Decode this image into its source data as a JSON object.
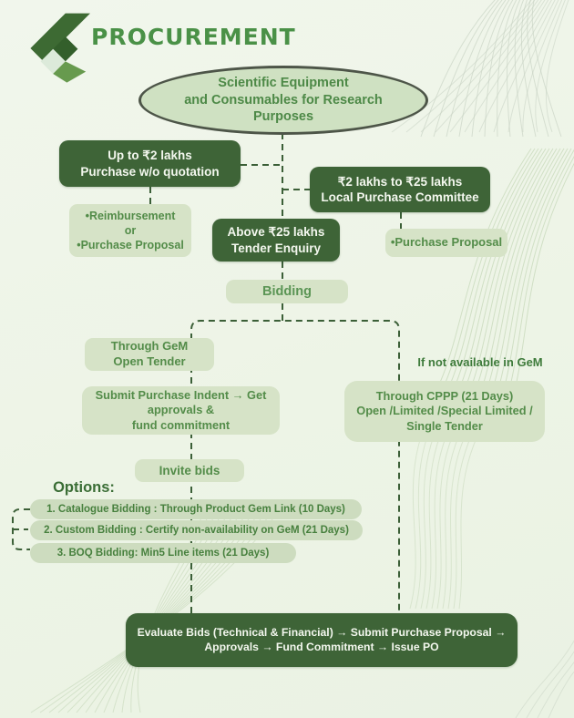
{
  "header": {
    "title": "PROCUREMENT",
    "logo": "flutter-style-green-logo"
  },
  "colors": {
    "dark_box": "#3e6437",
    "light_box": "#d6e3c7",
    "green_text": "#538c49",
    "accent_title": "#4a9147",
    "background": "#eef4e8",
    "connector": "#3b5f37"
  },
  "nodes": {
    "root": "Scientific Equipment\nand Consumables for Research\nPurposes",
    "upto2": "Up to ₹2 lakhs\nPurchase w/o quotation",
    "upto2_out": "•Reimbursement\nor\n•Purchase Proposal",
    "lpc": "₹2 lakhs to ₹25 lakhs\nLocal Purchase Committee",
    "lpc_out": "•Purchase Proposal",
    "above25": "Above ₹25 lakhs\nTender Enquiry",
    "bidding": "Bidding",
    "gem": "Through GeM\nOpen Tender",
    "submit_indent": "Submit Purchase Indent → Get\napprovals &\nfund commitment",
    "not_in_gem": "If not available in GeM",
    "cppp": "Through CPPP (21 Days)\nOpen /Limited /Special Limited /\nSingle Tender",
    "invite": "Invite bids",
    "options_label": "Options:",
    "options": [
      "1. Catalogue Bidding : Through Product Gem Link (10 Days)",
      "2. Custom Bidding : Certify non-availability on GeM (21 Days)",
      "3. BOQ Bidding: Min5 Line items (21 Days)"
    ],
    "final": "Evaluate Bids (Technical & Financial) → Submit Purchase Proposal →\nApprovals → Fund Commitment → Issue PO"
  }
}
